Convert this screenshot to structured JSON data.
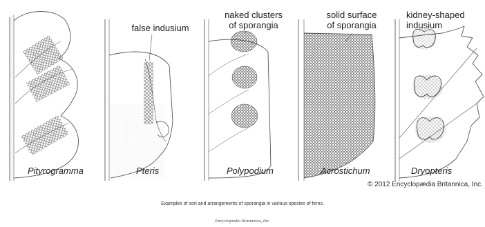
{
  "figure": {
    "annotations": {
      "false_indusium": "false indusium",
      "naked_clusters": "naked clusters\nof sporangia",
      "solid_surface": "solid surface\nof sporangia",
      "kidney_shaped": "kidney-shaped\nindusium"
    },
    "species": [
      "Pityrogramma",
      "Pteris",
      "Polypodium",
      "Acrostichum",
      "Dryopteris"
    ],
    "copyright": "© 2012 Encyclopædia Britannica, Inc.",
    "caption": "Examples of sori and arrangements of sporangia in various species of ferns.",
    "credit": "Encyclopædia Britannica, Inc."
  },
  "icons": [
    "fern-pinna-illustration",
    "sporangia-dots"
  ]
}
